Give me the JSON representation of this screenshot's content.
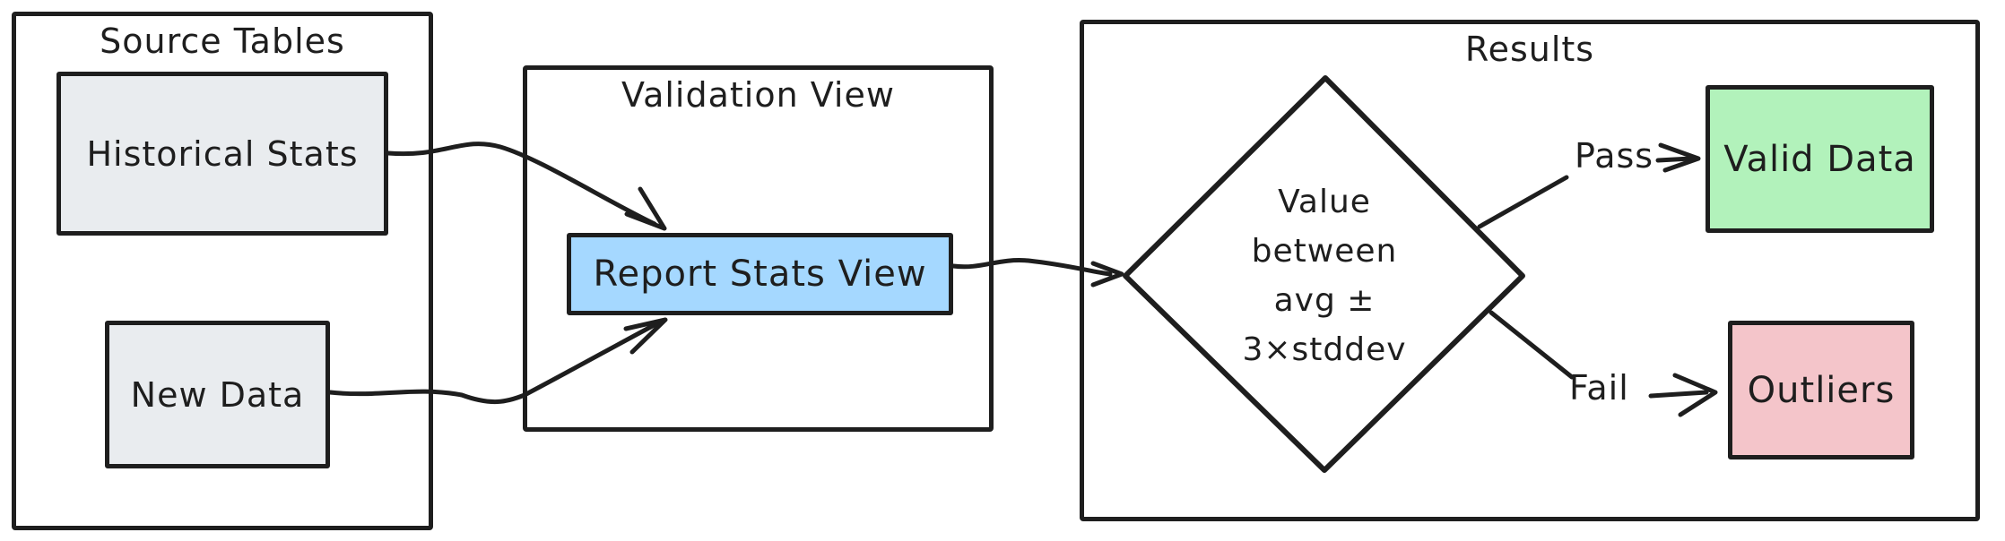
{
  "colors": {
    "ink": "#1e1e1e",
    "background": "#ffffff",
    "gray_fill": "#e9ecef",
    "blue_fill": "#a5d8ff",
    "yellow_fill": "#f8e7a0",
    "green_fill": "#b2f2bb",
    "pink_fill": "#f4c5ca"
  },
  "containers": {
    "source_tables": {
      "title": "Source Tables"
    },
    "validation_view": {
      "title": "Validation View"
    },
    "results": {
      "title": "Results"
    }
  },
  "nodes": {
    "historical_stats": {
      "label": "Historical Stats",
      "fill": "#e9ecef"
    },
    "new_data": {
      "label": "New Data",
      "fill": "#e9ecef"
    },
    "report_stats_view": {
      "label": "Report Stats View",
      "fill": "#a5d8ff"
    },
    "decision": {
      "label": "Value\nbetween\navg ±\n3×stddev",
      "fill": "#f8e7a0"
    },
    "valid_data": {
      "label": "Valid Data",
      "fill": "#b2f2bb"
    },
    "outliers": {
      "label": "Outliers",
      "fill": "#f4c5ca"
    }
  },
  "edges": {
    "pass_label": "Pass",
    "fail_label": "Fail"
  }
}
